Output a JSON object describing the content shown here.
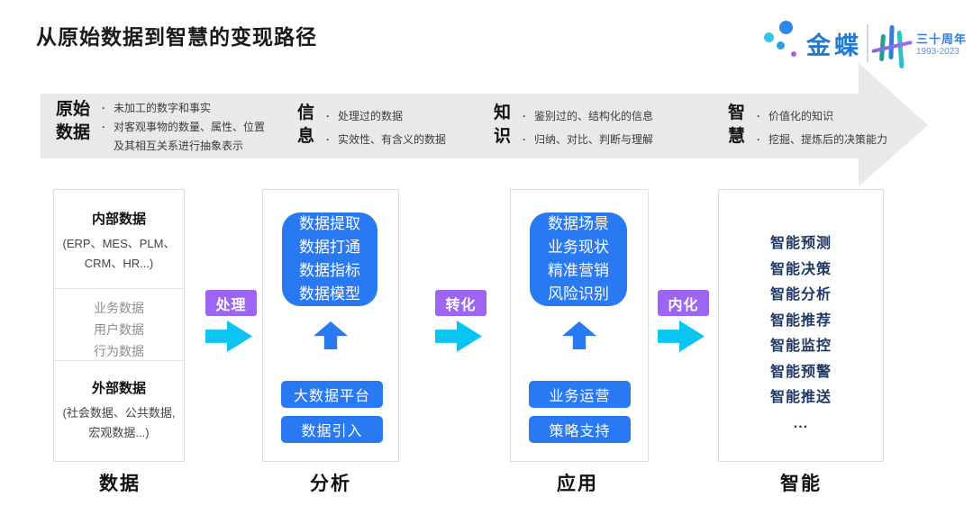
{
  "title": "从原始数据到智慧的变现路径",
  "logo": {
    "brand": "金蝶",
    "anniversary": "三十周年",
    "years": "1993-2023"
  },
  "banner": {
    "stages": [
      {
        "heading_line1": "原始",
        "heading_line2": "数据",
        "points": [
          "未加工的数字和事实",
          "对客观事物的数量、属性、位置及其相互关系进行抽象表示"
        ]
      },
      {
        "heading_line1": "信",
        "heading_line2": "息",
        "points": [
          "处理过的数据",
          "实效性、有含义的数据"
        ]
      },
      {
        "heading_line1": "知",
        "heading_line2": "识",
        "points": [
          "鉴别过的、结构化的信息",
          "归纳、对比、判断与理解"
        ]
      },
      {
        "heading_line1": "智",
        "heading_line2": "慧",
        "points": [
          "价值化的知识",
          "挖掘、提炼后的决策能力"
        ]
      }
    ]
  },
  "columns": [
    {
      "label": "数据",
      "sections": [
        {
          "title": "内部数据",
          "lines": [
            "(ERP、MES、PLM、",
            "CRM、HR...)"
          ]
        },
        {
          "items": [
            "业务数据",
            "用户数据",
            "行为数据"
          ]
        },
        {
          "title": "外部数据",
          "lines": [
            "(社会数据、公共数据,",
            "宏观数据...)"
          ]
        }
      ]
    },
    {
      "label": "分析",
      "card_lines": [
        "数据提取",
        "数据打通",
        "数据指标",
        "数据模型"
      ],
      "buttons": [
        "大数据平台",
        "数据引入"
      ]
    },
    {
      "label": "应用",
      "card_lines": [
        "数据场景",
        "业务现状",
        "精准营销",
        "风险识别"
      ],
      "buttons": [
        "业务运营",
        "策略支持"
      ]
    },
    {
      "label": "智能",
      "items": [
        "智能预测",
        "智能决策",
        "智能分析",
        "智能推荐",
        "智能监控",
        "智能预警",
        "智能推送",
        "..."
      ]
    }
  ],
  "connectors": [
    {
      "label": "处理"
    },
    {
      "label": "转化"
    },
    {
      "label": "内化"
    }
  ],
  "colors": {
    "accent_blue": "#2979F2",
    "navy_text": "#1F3864",
    "purple_badge": "#9D66F2",
    "cyan_arrow": "#0AC5F2",
    "banner_gray": "#E9E9E9"
  },
  "icons": {
    "up_arrow": "block-arrow-up",
    "right_arrow": "block-arrow-right",
    "logo_dots": "butterfly-dots",
    "anniversary_glyph": "thirty-strokes-emblem"
  }
}
